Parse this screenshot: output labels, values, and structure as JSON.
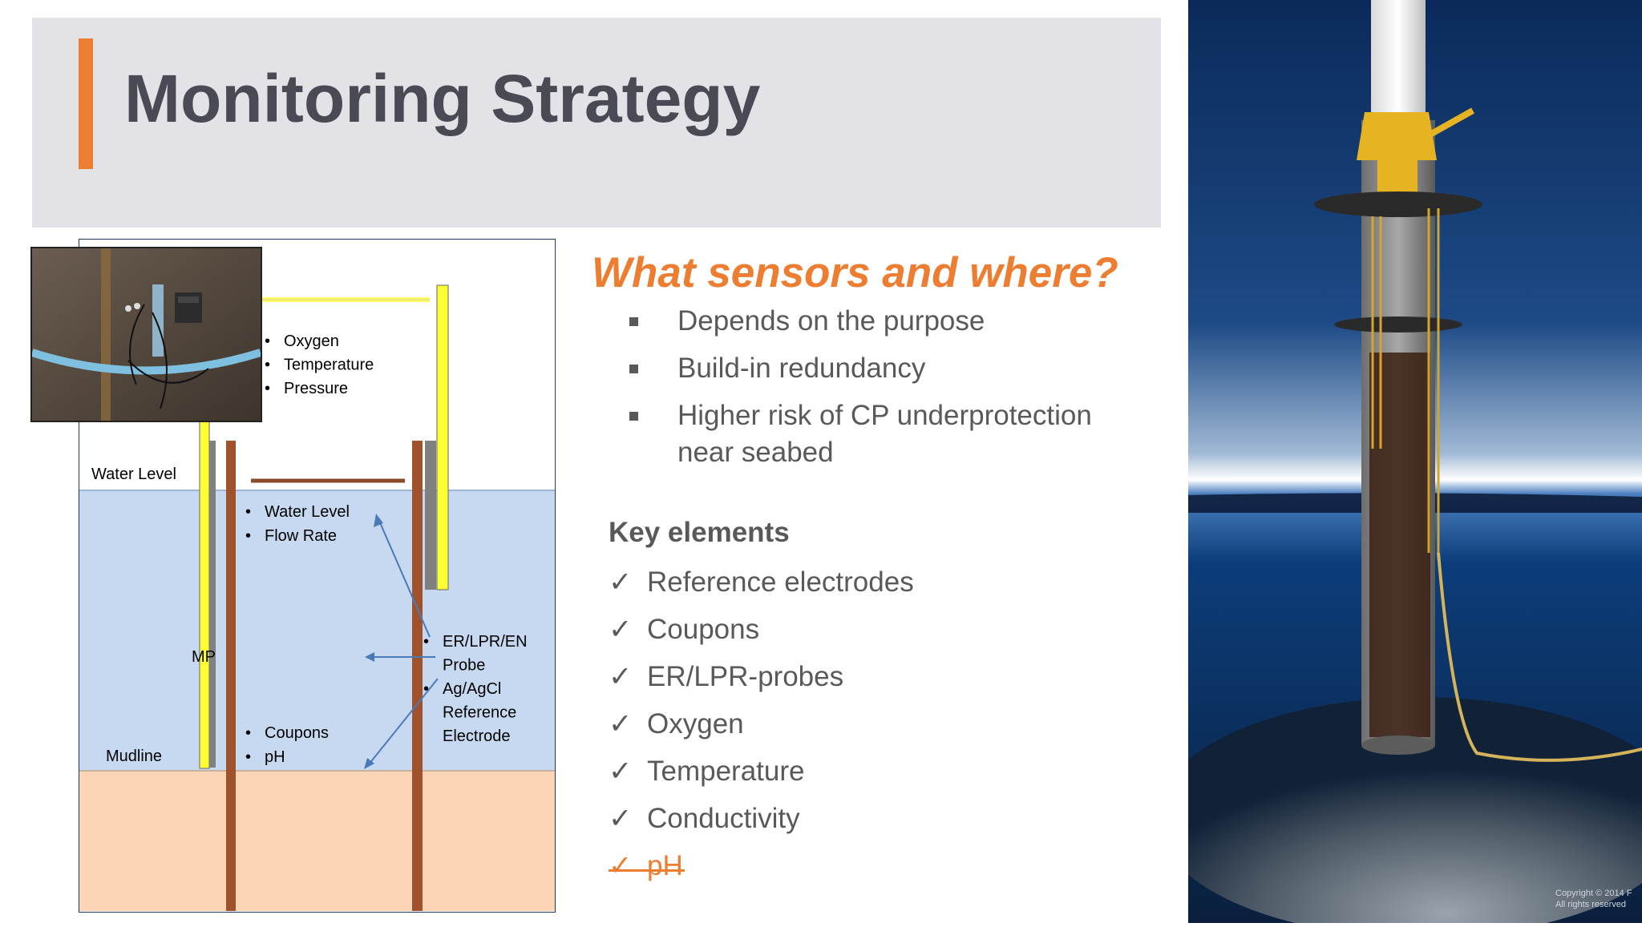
{
  "slide": {
    "title": "Monitoring Strategy",
    "question": "What sensors and where?",
    "bullets": [
      "Depends on the purpose",
      "Build-in redundancy",
      "Higher risk of CP underprotection near seabed"
    ],
    "key_elements_title": "Key elements",
    "key_elements": [
      "Reference electrodes",
      "Coupons",
      "ER/LPR-probes",
      "Oxygen",
      "Temperature",
      "Conductivity"
    ],
    "struck_element": "pH",
    "check_mark": "✓"
  },
  "diagram": {
    "top_sensors": [
      "Oxygen",
      "Temperature",
      "Pressure"
    ],
    "water_sensors": [
      "Water Level",
      "Flow Rate"
    ],
    "probe_lines": [
      "ER/LPR/EN",
      "Probe",
      "Ag/AgCl",
      "Reference",
      "Electrode"
    ],
    "bottom_sensors": [
      "Coupons",
      "pH"
    ],
    "labels": {
      "water_level": "Water Level",
      "mp": "MP",
      "mudline": "Mudline"
    },
    "bullet": "•"
  },
  "image_credit": [
    "Copyright © 2014 F",
    "All rights reserved"
  ],
  "colors": {
    "accent": "#ed7d31",
    "title_band": "#e3e3e7",
    "water": "#c6d9f1",
    "soil": "#fbd5b5",
    "pile": "#a0522d",
    "sleeve": "#ffff33"
  }
}
